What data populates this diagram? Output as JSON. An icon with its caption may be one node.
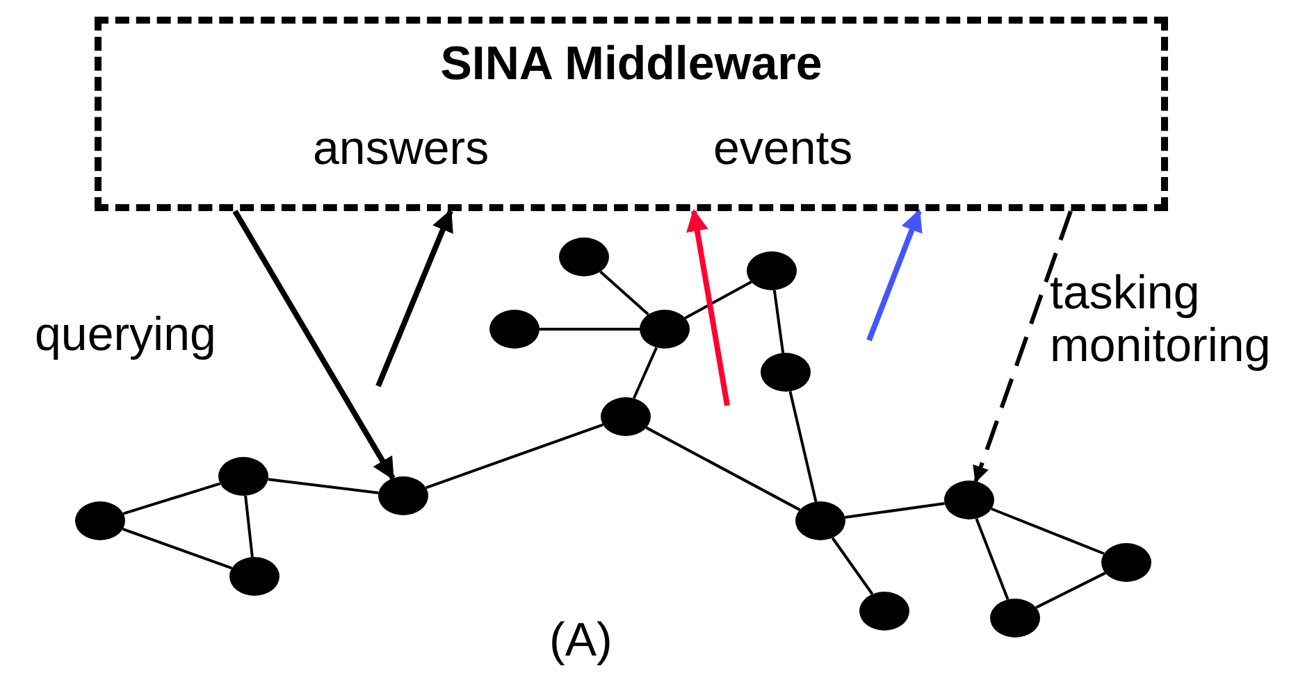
{
  "diagram": {
    "nodes": [
      {
        "text": [
          "SINA Middleware"
        ]
      },
      {
        "text": [],
        "shape": "circle"
      },
      {
        "text": [],
        "shape": "circle"
      },
      {
        "text": [],
        "shape": "circle"
      },
      {
        "text": [],
        "shape": "circle"
      },
      {
        "text": [],
        "shape": "circle"
      },
      {
        "text": [],
        "shape": "circle"
      },
      {
        "text": [],
        "shape": "circle"
      },
      {
        "text": [],
        "shape": "circle"
      },
      {
        "text": [],
        "shape": "circle"
      },
      {
        "text": [],
        "shape": "circle"
      },
      {
        "text": [],
        "shape": "circle"
      },
      {
        "text": [],
        "shape": "circle"
      },
      {
        "text": [],
        "shape": "circle"
      },
      {
        "text": [],
        "shape": "circle"
      },
      {
        "text": [],
        "shape": "circle"
      }
    ],
    "edges": [
      {
        "from": 1,
        "to": 2,
        "arrow": "none"
      },
      {
        "from": 1,
        "to": 3,
        "arrow": "none"
      },
      {
        "from": 2,
        "to": 3,
        "arrow": "none"
      },
      {
        "from": 2,
        "to": 4,
        "arrow": "none"
      },
      {
        "from": 4,
        "to": 7,
        "arrow": "none"
      },
      {
        "from": 7,
        "to": 8,
        "arrow": "none"
      },
      {
        "from": 8,
        "to": 5,
        "arrow": "none"
      },
      {
        "from": 8,
        "to": 6,
        "arrow": "none"
      },
      {
        "from": 8,
        "to": 9,
        "arrow": "none"
      },
      {
        "from": 9,
        "to": 10,
        "arrow": "none"
      },
      {
        "from": 10,
        "to": 11,
        "arrow": "none"
      },
      {
        "from": 7,
        "to": 11,
        "arrow": "none"
      },
      {
        "from": 11,
        "to": 12,
        "arrow": "none"
      },
      {
        "from": 11,
        "to": 13,
        "arrow": "none"
      },
      {
        "from": 13,
        "to": 14,
        "arrow": "none"
      },
      {
        "from": 13,
        "to": 15,
        "arrow": "none"
      },
      {
        "from": 14,
        "to": 15,
        "arrow": "none"
      },
      {
        "from": 0,
        "to": 4,
        "arrow": "to",
        "style": "thick"
      },
      {
        "from": null,
        "to": 0,
        "arrow": "to",
        "style": "thick"
      },
      {
        "from": null,
        "to": 0,
        "arrow": "to",
        "style": "thick",
        "color": "#ff0033"
      },
      {
        "from": null,
        "to": 0,
        "arrow": "to",
        "style": "thick",
        "color": "#4455ff"
      },
      {
        "from": 0,
        "to": 13,
        "arrow": "to",
        "style": "dashed"
      }
    ],
    "labels": [
      "answers",
      "events",
      "querying",
      "tasking monitoring",
      "(A)"
    ]
  }
}
